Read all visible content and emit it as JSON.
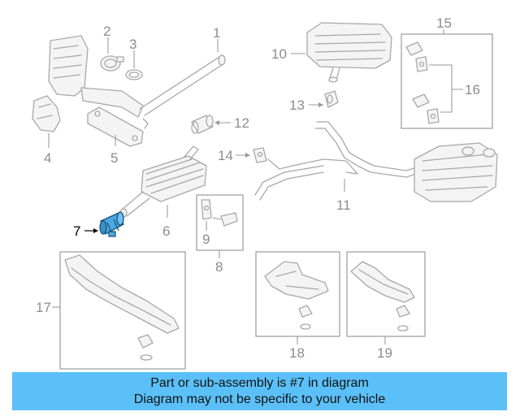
{
  "labels": {
    "p1": "1",
    "p2": "2",
    "p3": "3",
    "p4": "4",
    "p5": "5",
    "p6": "6",
    "p7": "7",
    "p8": "8",
    "p9": "9",
    "p10": "10",
    "p11": "11",
    "p12": "12",
    "p13": "13",
    "p14": "14",
    "p15": "15",
    "p16": "16",
    "p17": "17",
    "p18": "18",
    "p19": "19"
  },
  "highlighted_part": "7",
  "highlight_color": "#4aa8e0",
  "banner": {
    "line1": "Part or sub-assembly is #7 in diagram",
    "line2": "Diagram may not be specific to your vehicle",
    "color": "#5bc0f8"
  }
}
